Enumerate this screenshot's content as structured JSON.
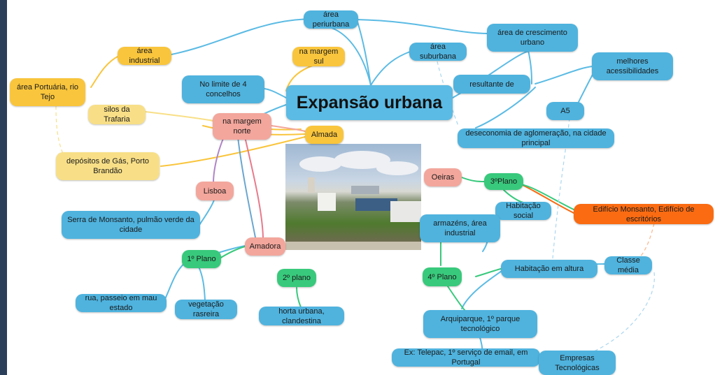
{
  "title": "Expansão urbana",
  "nodes": {
    "area_periurbana": "área periurbana",
    "area_crescimento": "área de crescimento urbano",
    "area_industrial": "área industrial",
    "na_margem_sul": "na margem sul",
    "area_suburbana": "área suburbana",
    "melhores_acessibilidades": "melhores acessibilidades",
    "area_portuaria": "área Portuária, rio Tejo",
    "limite_concelhos": "No limite de 4 concelhos",
    "resultante_de": "resultante de",
    "silos_trafaria": "silos da Trafaria",
    "na_margem_norte": "na margem norte",
    "a5": "A5",
    "almada": "Almada",
    "deseconomia": "deseconomia de aglomeração, na cidade principal",
    "depositos_gas": "depósitos de Gás, Porto Brandão",
    "oeiras": "Oeiras",
    "terceiro_plano": "3ºPlano",
    "lisboa": "Lisboa",
    "habitacao_social": "Habitação social",
    "edificio_monsanto": "Edifício Monsanto, Edifício de escritórios",
    "serra_monsanto": "Serra de Monsanto, pulmão verde da cidade",
    "armazens": "armazéns, área industrial",
    "amadora": "Amadora",
    "primeiro_plano": "1º Plano",
    "habitacao_altura": "Habitação em altura",
    "classe_media": "Classe média",
    "segundo_plano": "2º plano",
    "quarto_plano": "4º Plano",
    "rua_passeio": "rua, passeio em mau estado",
    "vegetacao": "vegetação rasreira",
    "horta_urbana": "horta urbana, clandestina",
    "arquiparque": "Arquiparque, 1º parque tecnológico",
    "telepac": "Ex: Telepac, 1º serviço de email, em Portugal",
    "empresas_tecnologicas": "Empresas Tecnológicas"
  },
  "colors": {
    "blue": "#4fb3de",
    "yellow": "#f9c53c",
    "light_yellow": "#f8df87",
    "pink": "#f3a69c",
    "green": "#38c97c",
    "orange": "#fa6b12"
  }
}
